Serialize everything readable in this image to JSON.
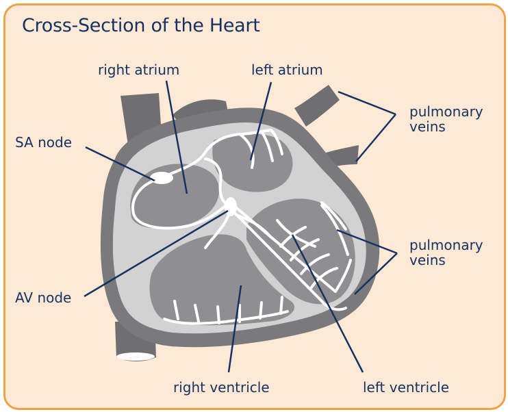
{
  "diagram": {
    "title": "Cross-Section of the Heart",
    "labels": {
      "right_atrium": "right atrium",
      "left_atrium": "left atrium",
      "sa_node": "SA node",
      "av_node": "AV node",
      "pulmonary_veins_top_1": "pulmonary",
      "pulmonary_veins_top_2": "veins",
      "pulmonary_veins_mid_1": "pulmonary",
      "pulmonary_veins_mid_2": "veins",
      "right_ventricle": "right ventricle",
      "left_ventricle": "left ventricle"
    },
    "colors": {
      "background": "#fde9d5",
      "border": "#f0a24a",
      "text": "#15315f",
      "leader_lines": "#15315f",
      "heart_outer": "#7a7a7c",
      "heart_wall": "#d2d2d2",
      "heart_chamber": "#8f8f92",
      "conduction": "#ffffff"
    }
  }
}
